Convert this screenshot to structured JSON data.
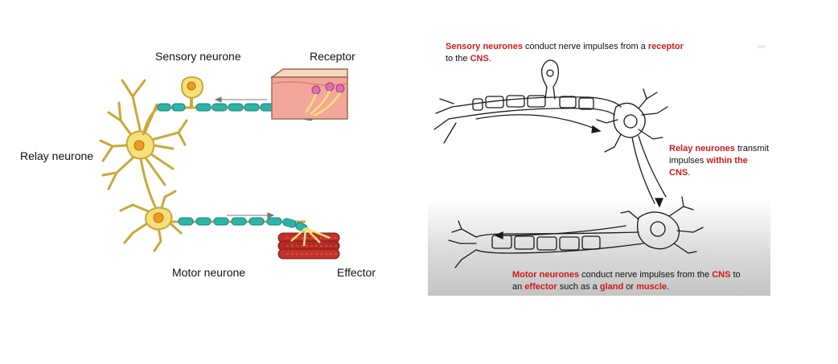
{
  "left_diagram": {
    "labels": {
      "sensory": "Sensory neurone",
      "receptor": "Receptor",
      "relay": "Relay neurone",
      "motor": "Motor neurone",
      "effector": "Effector"
    },
    "colors": {
      "cell_body": "#f5e17a",
      "cell_outline": "#c9a93a",
      "nucleus": "#f29a1e",
      "myelin": "#2bb5a8",
      "skin": "#f3a79a",
      "muscle": "#c0322a"
    }
  },
  "right_panel": {
    "watermark": "ww",
    "sensory": {
      "term": "Sensory neurones",
      "t1": " conduct nerve impulses from a ",
      "receptor": "receptor",
      "t2": "to the ",
      "cns": "CNS",
      "end": "."
    },
    "relay": {
      "term": "Relay neurones",
      "t1": " transmit",
      "t2": "impulses ",
      "within": "within the CNS",
      "end": "."
    },
    "motor": {
      "term": "Motor neurones",
      "t1": " conduct nerve impulses from the ",
      "cns": "CNS",
      "t2": " to",
      "t3": "an ",
      "effector": "effector",
      "t4": " such as a ",
      "gland": "gland",
      "t5": " or ",
      "muscle": "muscle",
      "end": "."
    },
    "colors": {
      "highlight": "#cc1a1a"
    }
  }
}
